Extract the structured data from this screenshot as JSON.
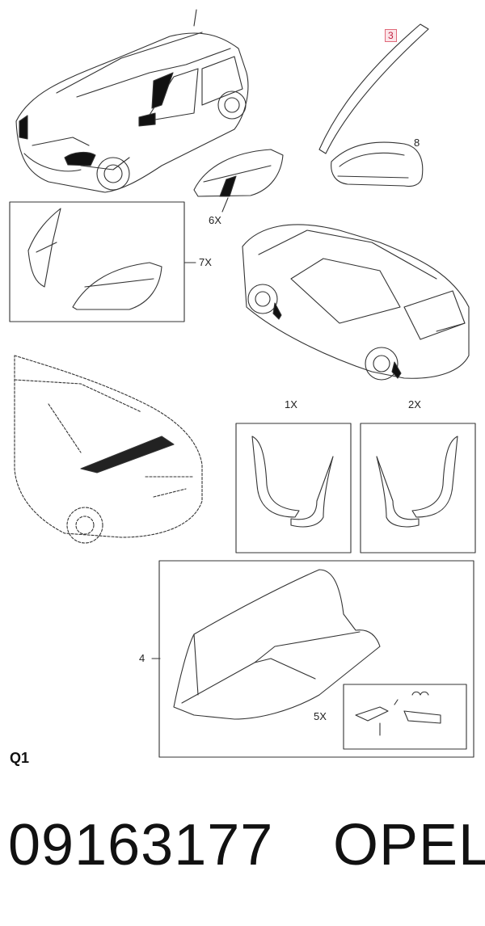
{
  "callouts": {
    "c3": "3",
    "c8": "8",
    "c6x": "6X",
    "c7x": "7X",
    "c1x": "1X",
    "c2x": "2X",
    "c4": "4",
    "c5x": "5X"
  },
  "group_label": "Q1",
  "footer": {
    "part_number": "09163177",
    "brand": "OPEL"
  },
  "colors": {
    "callout_highlight_border": "#e06a7a",
    "callout_highlight_fill": "#fbe4e8",
    "line": "#333333"
  }
}
